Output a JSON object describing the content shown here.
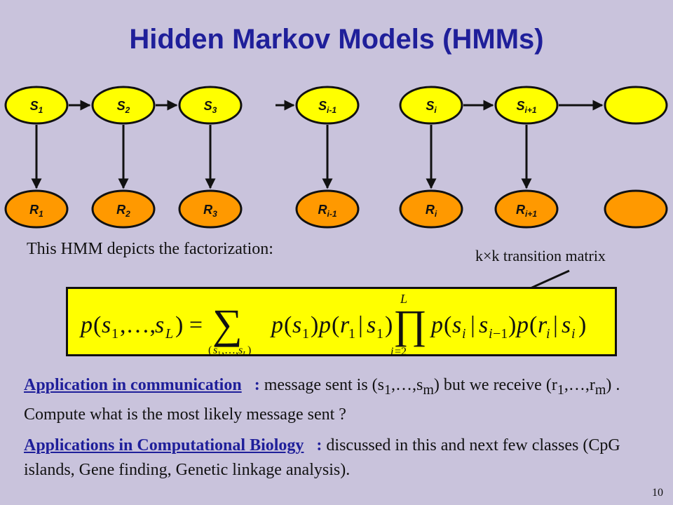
{
  "title": "Hidden Markov Models (HMMs)",
  "hidden_states": [
    {
      "base": "S",
      "sub": "1"
    },
    {
      "base": "S",
      "sub": "2"
    },
    {
      "base": "S",
      "sub": "3"
    },
    {
      "base": "S",
      "sub": "i-1"
    },
    {
      "base": "S",
      "sub": "i"
    },
    {
      "base": "S",
      "sub": "i+1"
    },
    {
      "base": "",
      "sub": ""
    }
  ],
  "observations": [
    {
      "base": "R",
      "sub": "1"
    },
    {
      "base": "R",
      "sub": "2"
    },
    {
      "base": "R",
      "sub": "3"
    },
    {
      "base": "R",
      "sub": "i-1"
    },
    {
      "base": "R",
      "sub": "i"
    },
    {
      "base": "R",
      "sub": "i+1"
    },
    {
      "base": "",
      "sub": ""
    }
  ],
  "colors": {
    "state_fill": "#ffff00",
    "observation_fill": "#ff9900",
    "title": "#1f1f9a",
    "background": "#c9c3dc"
  },
  "factorization_label": "This HMM depicts the factorization:",
  "matrix_label": "k×k transition matrix",
  "paragraphs": {
    "communication": {
      "heading": "Application in communication",
      "colon": ":",
      "text_a": "message sent is (s",
      "sub_a": "1",
      "text_b": ",…,s",
      "sub_b": "m",
      "text_c": ") but we receive (r",
      "sub_c": "1",
      "text_d": ",…,r",
      "sub_d": "m",
      "text_e": ") .  Compute what is the most likely message sent ?"
    },
    "biology": {
      "heading": "Applications in Computational Biology",
      "colon": ":",
      "text": "discussed in this and next few classes (CpG islands, Gene finding, Genetic linkage analysis)."
    }
  },
  "slide_number": "10"
}
